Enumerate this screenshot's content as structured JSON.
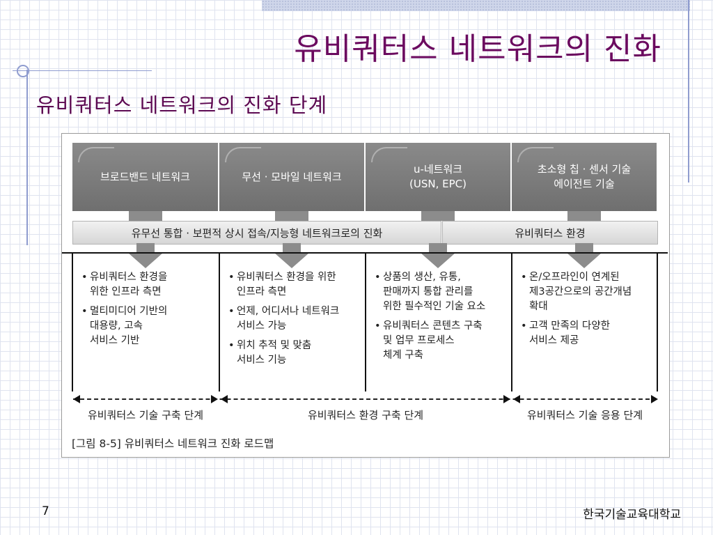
{
  "slide": {
    "title": "유비쿼터스 네트워크의 진화",
    "subtitle": "유비쿼터스 네트워크의 진화 단계",
    "page_number": "7",
    "organization": "한국기술교육대학교"
  },
  "figure": {
    "tech_boxes": [
      "브로드밴드 네트워크",
      "무선 · 모바일 네트워크",
      "u-네트워크\n(USN, EPC)",
      "초소형 칩 · 센서 기술\n에이전트 기술"
    ],
    "bands": [
      "유무선 통합 · 보편적 상시 접속/지능형 네트워크로의 진화",
      "유비쿼터스 환경"
    ],
    "columns": [
      {
        "bullets": [
          "유비쿼터스 환경을\n위한 인프라 측면",
          "멀티미디어 기반의\n대용량, 고속\n서비스 기반"
        ]
      },
      {
        "bullets": [
          "유비쿼터스 환경을 위한\n인프라 측면",
          "언제, 어디서나 네트워크\n서비스 가능",
          "위치 추적 및 맞춤\n서비스 기능"
        ]
      },
      {
        "bullets": [
          "상품의 생산, 유통,\n판매까지 통합 관리를\n위한 필수적인 기술 요소",
          "유비쿼터스 콘텐츠 구축\n및 업무 프로세스\n체계 구축"
        ]
      },
      {
        "bullets": [
          "온/오프라인이 연계된\n제3공간으로의 공간개념\n확대",
          "고객 만족의 다양한\n서비스 제공"
        ]
      }
    ],
    "stages": [
      "유비쿼터스 기술 구축 단계",
      "유비쿼터스 환경 구축 단계",
      "유비쿼터스 기술 응용 단계"
    ],
    "caption": "[그림 8-5] 유비쿼터스 네트워크 진화 로드맵"
  }
}
